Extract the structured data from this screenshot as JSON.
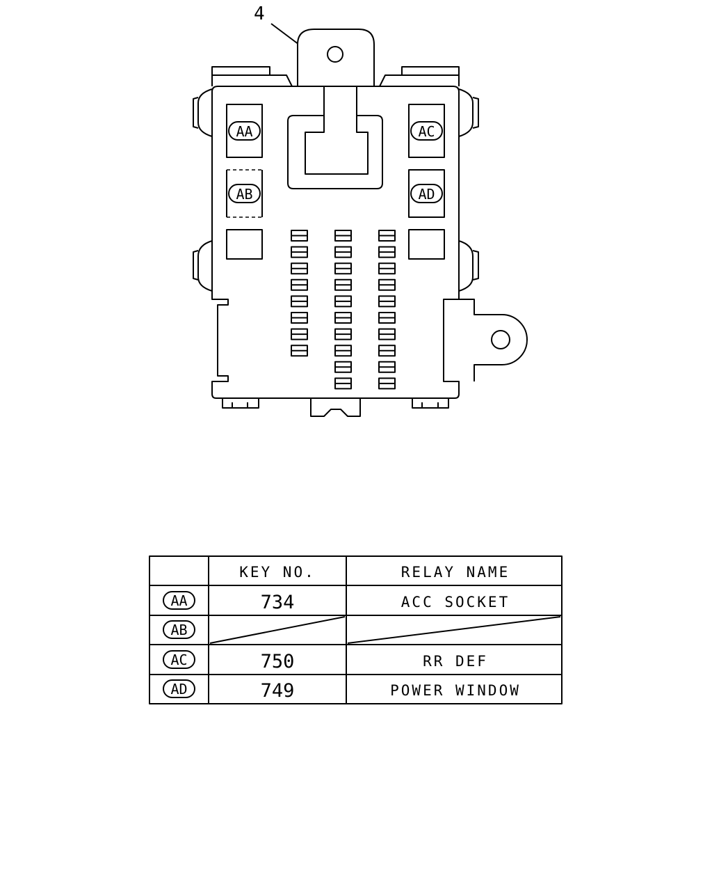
{
  "diagram": {
    "callout": "4",
    "relay_labels": [
      "AA",
      "AB",
      "AC",
      "AD"
    ]
  },
  "table": {
    "headers": [
      "",
      "KEY NO.",
      "RELAY NAME"
    ],
    "rows": [
      {
        "code": "AA",
        "key_no": "734",
        "relay_name": "ACC SOCKET"
      },
      {
        "code": "AB",
        "key_no": "",
        "relay_name": ""
      },
      {
        "code": "AC",
        "key_no": "750",
        "relay_name": "RR DEF"
      },
      {
        "code": "AD",
        "key_no": "749",
        "relay_name": "POWER WINDOW"
      }
    ]
  }
}
